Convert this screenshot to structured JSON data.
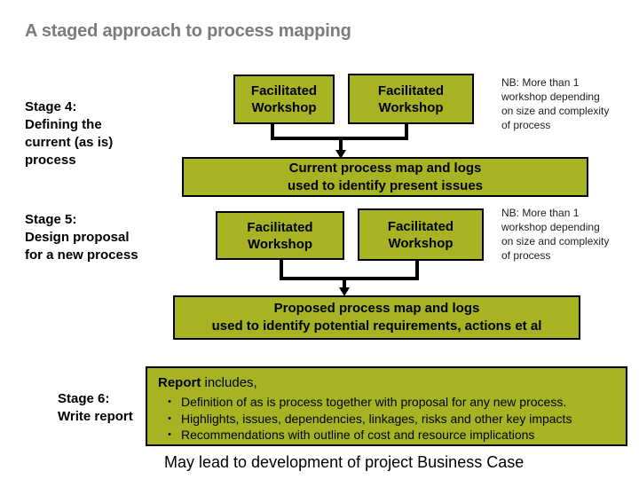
{
  "title": "A staged approach to process mapping",
  "colors": {
    "accent_fill": "#a8b324",
    "box_border": "#000000",
    "title_gray": "#7c7c7c"
  },
  "stage4": {
    "label": "Stage 4:\nDefining the\ncurrent (as is)\nprocess",
    "workshop1": "Facilitated\nWorkshop",
    "workshop2": "Facilitated\nWorkshop",
    "note": "NB: More than 1\nworkshop depending\non size and complexity\nof process",
    "output": "Current process map and logs\nused to identify present issues"
  },
  "stage5": {
    "label": "Stage 5:\nDesign proposal\nfor a new process",
    "workshop1": "Facilitated\nWorkshop",
    "workshop2": "Facilitated\nWorkshop",
    "note": "NB: More than 1\nworkshop depending\non size and complexity\nof process",
    "output": "Proposed process map and logs\nused to identify potential requirements, actions et al"
  },
  "stage6": {
    "label": "Stage 6:\nWrite report",
    "report": {
      "title_bold": "Report",
      "title_rest": " includes,",
      "bullet_char": "•",
      "bullets": [
        "Definition of as is process together with proposal for any new process.",
        "Highlights, issues, dependencies, linkages, risks and other key impacts",
        "Recommendations with outline of cost and resource implications"
      ]
    }
  },
  "footer": "May lead to development of project Business Case"
}
